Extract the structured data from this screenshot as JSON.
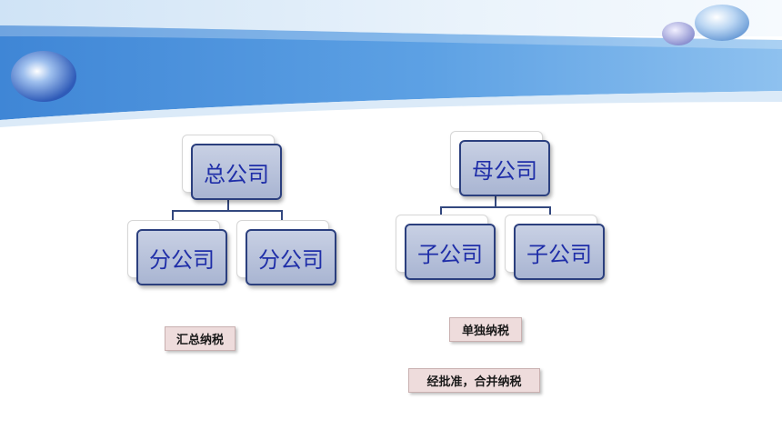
{
  "colors": {
    "banner_dark": "#3f86d6",
    "banner_light": "#8ec1ef",
    "node_border": "#2b3f7e",
    "node_text": "#1f2ea8",
    "tag_fill": "#eedcdc"
  },
  "left_chart": {
    "root": "总公司",
    "child1": "分公司",
    "child2": "分公司",
    "tag": "汇总纳税"
  },
  "right_chart": {
    "root": "母公司",
    "child1": "子公司",
    "child2": "子公司",
    "tag1": "单独纳税",
    "tag2": "经批准，合并纳税"
  }
}
